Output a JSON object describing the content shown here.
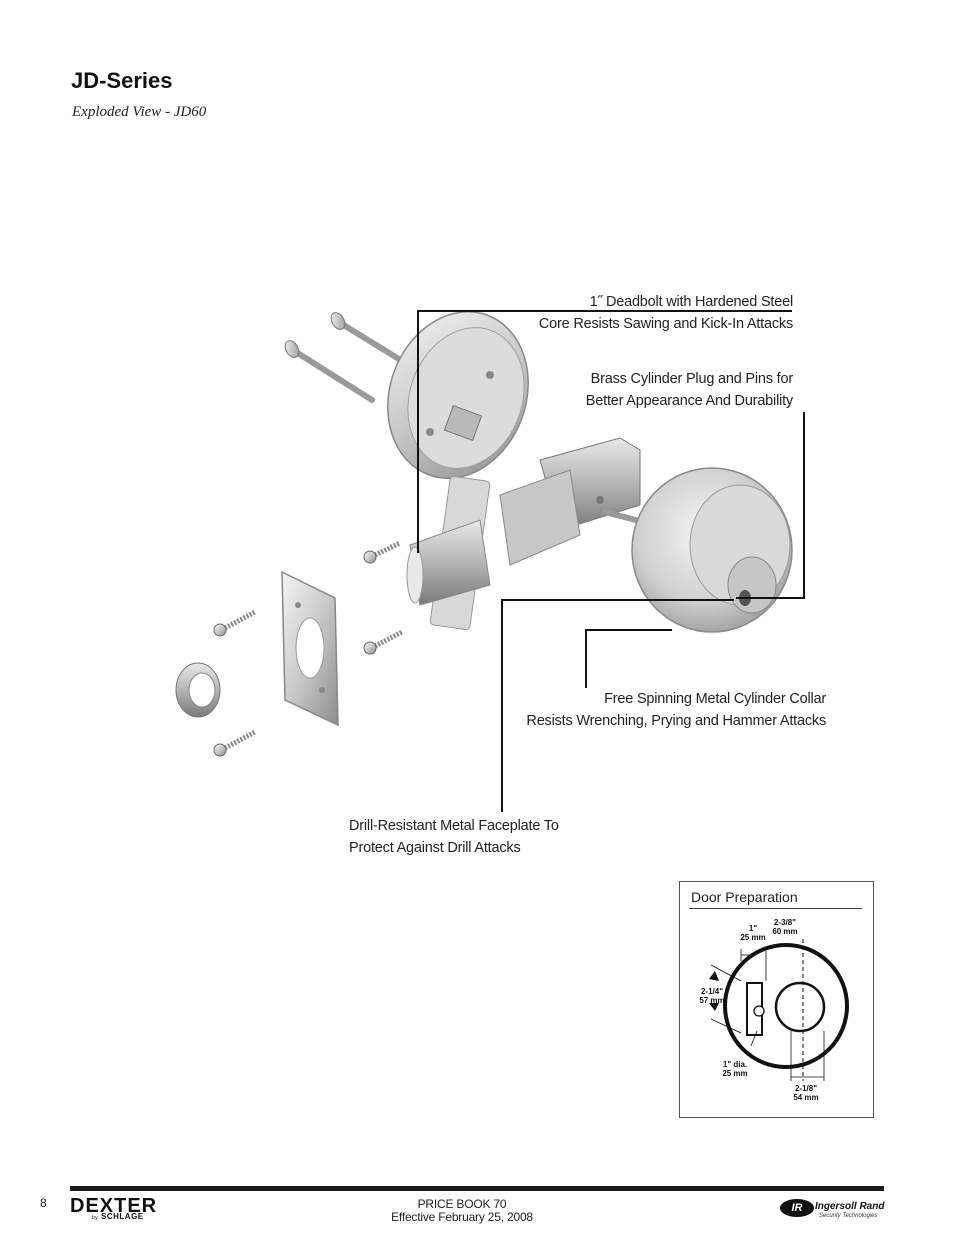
{
  "header": {
    "title": "JD-Series",
    "subtitle": "Exploded View - JD60"
  },
  "callouts": {
    "deadbolt": {
      "line1": "1˝ Deadbolt with Hardened Steel",
      "line2": "Core Resists Sawing and Kick-In Attacks"
    },
    "brass": {
      "line1": "Brass Cylinder Plug and Pins for",
      "line2": "Better Appearance And Durability"
    },
    "collar": {
      "line1": "Free Spinning Metal Cylinder Collar",
      "line2": "Resists Wrenching, Prying and Hammer Attacks"
    },
    "faceplate": {
      "line1": "Drill-Resistant Metal Faceplate To",
      "line2": "Protect Against Drill Attacks"
    }
  },
  "door_preparation": {
    "title": "Door Preparation",
    "dims": {
      "backset_in": "1\"",
      "backset_mm": "25 mm",
      "bore_in": "2-3/8\"",
      "bore_mm": "60 mm",
      "height_in": "2-1/4\"",
      "height_mm": "57 mm",
      "hole_in": "1\" dia.",
      "hole_mm": "25 mm",
      "dia_in": "2-1/8\"",
      "dia_mm": "54 mm"
    }
  },
  "footer": {
    "page_number": "8",
    "price_book": "PRICE BOOK 70",
    "effective": "Effective February 25, 2008",
    "brand_left": "DEXTER",
    "brand_left_by": "by",
    "brand_left_sub": "SCHLAGE",
    "brand_right_badge": "IR",
    "brand_right": "Ingersoll Rand",
    "brand_right_sub": "Security Technologies"
  },
  "colors": {
    "text": "#222222",
    "rule": "#1a1a1a",
    "metal_light": "#e6e6e6",
    "metal_dark": "#8a8a8a"
  }
}
